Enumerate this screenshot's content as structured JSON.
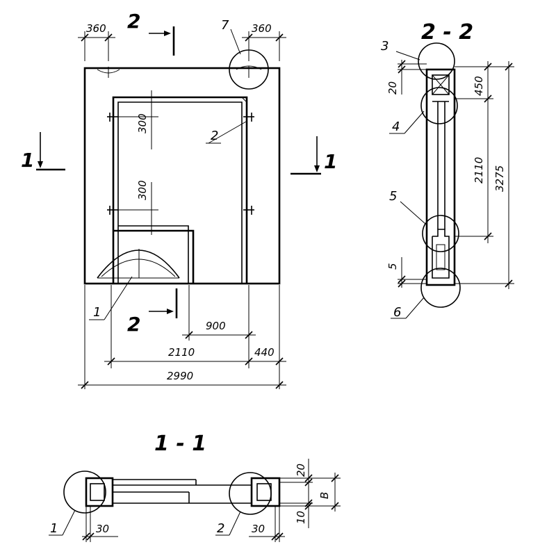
{
  "view_main": {
    "dims": {
      "top_left": "360",
      "top_right": "360",
      "hole_upper": "300",
      "hole_lower": "300",
      "d900": "900",
      "d2110": "2110",
      "d440": "440",
      "d2990": "2990"
    },
    "callouts": {
      "c1": "1",
      "c2": "2",
      "c7": "7"
    },
    "section_marks": {
      "top": "2",
      "bottom": "2",
      "left": "1",
      "right": "1"
    }
  },
  "view_22": {
    "title": "2 - 2",
    "dims": {
      "d20": "20",
      "d450": "450",
      "d2110": "2110",
      "d3275": "3275",
      "d5": "5"
    },
    "callouts": {
      "c3": "3",
      "c4": "4",
      "c5": "5",
      "c6": "6"
    }
  },
  "view_11": {
    "title": "1 - 1",
    "dims": {
      "d20": "20",
      "dB": "B",
      "d10": "10",
      "d30_left": "30",
      "d30_right": "30"
    },
    "callouts": {
      "c1": "1",
      "c2": "2"
    }
  }
}
